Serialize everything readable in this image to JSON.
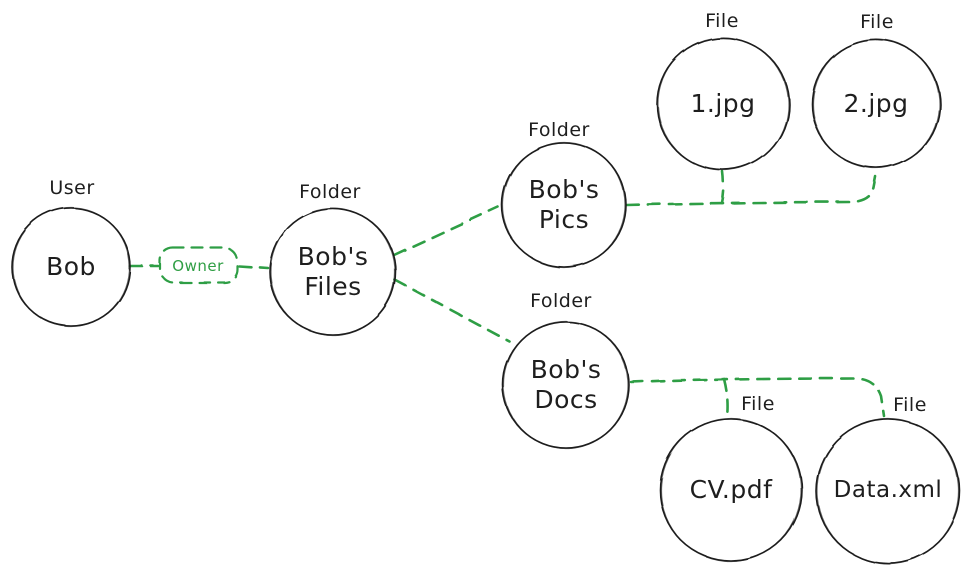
{
  "diagram": {
    "background": "#ffffff",
    "colors": {
      "node_stroke": "#1e1e1e",
      "node_text": "#1e1e1e",
      "relation_green": "#2f9e44"
    },
    "nodes": {
      "bob": {
        "type_label": "User",
        "label": "Bob"
      },
      "bobs_files": {
        "type_label": "Folder",
        "label": "Bob's Files"
      },
      "bobs_pics": {
        "type_label": "Folder",
        "label": "Bob's Pics"
      },
      "file_1jpg": {
        "type_label": "File",
        "label": "1.jpg"
      },
      "file_2jpg": {
        "type_label": "File",
        "label": "2.jpg"
      },
      "bobs_docs": {
        "type_label": "Folder",
        "label": "Bob's Docs"
      },
      "file_cvpdf": {
        "type_label": "File",
        "label": "CV.pdf"
      },
      "file_dataxml": {
        "type_label": "File",
        "label": "Data.xml"
      }
    },
    "edges": [
      {
        "from": "Bob",
        "to": "Bob's Files",
        "label": "Owner",
        "style": "dashed-green"
      },
      {
        "from": "Bob's Files",
        "to": "Bob's Pics",
        "style": "dashed-green"
      },
      {
        "from": "Bob's Files",
        "to": "Bob's Docs",
        "style": "dashed-green"
      },
      {
        "from": "Bob's Pics",
        "to": "1.jpg",
        "style": "dashed-green"
      },
      {
        "from": "Bob's Pics",
        "to": "2.jpg",
        "style": "dashed-green"
      },
      {
        "from": "Bob's Docs",
        "to": "CV.pdf",
        "style": "dashed-green"
      },
      {
        "from": "Bob's Docs",
        "to": "Data.xml",
        "style": "dashed-green"
      }
    ]
  }
}
